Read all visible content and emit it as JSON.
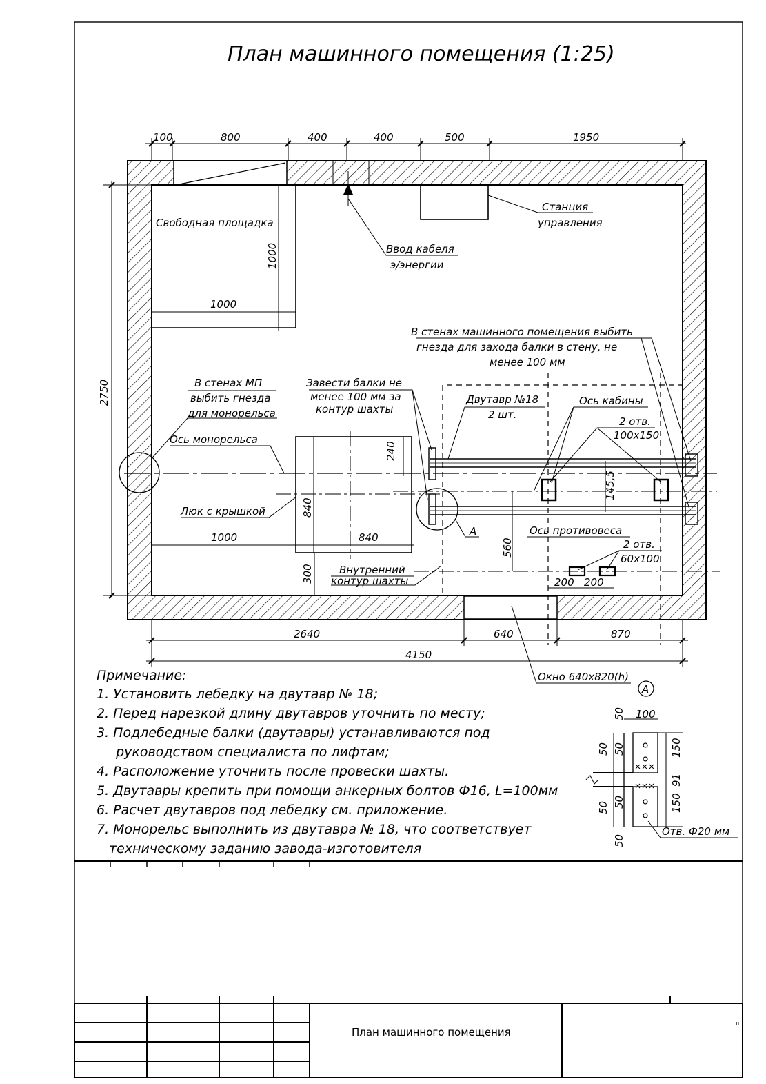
{
  "drawing": {
    "title": "План  машинного помещения  (1:25)",
    "dims_top": [
      "100",
      "800",
      "400",
      "400",
      "500",
      "1950"
    ],
    "dims_bottom": [
      "2640",
      "640",
      "870"
    ],
    "dim_total": "4150",
    "dim_height": "2750",
    "dims_free_area": {
      "w": "1000",
      "h": "1000"
    },
    "dims_hatch": {
      "w": "840",
      "h": "840",
      "offset": "1000",
      "top": "240",
      "bottom": "300"
    },
    "dims_beams": {
      "spacing": "145,5",
      "axis": "560",
      "hole_a": "200",
      "hole_b": "200"
    },
    "labels": {
      "free_area": "Свободная площадка",
      "cable_1": "Ввод кабеля",
      "cable_2": "э/энергии",
      "station_1": "Станция",
      "station_2": "управления",
      "wall_note_1": "В стенах машинного помещения выбить",
      "wall_note_2": "гнезда для захода балки в стену, не",
      "wall_note_3": "менее 100 мм",
      "mp_note_1": "В стенах МП",
      "mp_note_2": "выбить гнезда",
      "mp_note_3": "для монорельса",
      "beams_note_1": "Завести балки не",
      "beams_note_2": "менее 100 мм за",
      "beams_note_3": "контур шахты",
      "ibeam_1": "Двутавр №18",
      "ibeam_2": "2 шт.",
      "cabin_axis": "Ось кабины",
      "holes1_1": "2 отв.",
      "holes1_2": "100х150",
      "monorail_axis": "Ось монорельса",
      "hatch": "Люк с крышкой",
      "callout_a": "А",
      "cw_axis": "Ось противовеса",
      "holes2_1": "2 отв.",
      "holes2_2": "60х100",
      "inner_1": "Внутренний",
      "inner_2": "контур шахты",
      "window": "Окно 640х820(h)"
    },
    "notes_heading": "Примечание:",
    "notes": [
      "1. Установить лебедку на двутавр № 18;",
      "2. Перед нарезкой длину двутавров уточнить по месту;",
      "3. Подлебедные балки (двутавры) устанавливаются под",
      "   руководством специалиста по лифтам;",
      "4. Расположение уточнить после провески шахты.",
      "5. Двутавры крепить при помощи  анкерных болтов Ф16, L=100мм",
      "6. Расчет двутавров под лебедку см. приложение.",
      "7. Монорельс выполнить из двутавра № 18, что соответствует",
      "   техническому заданию завода-изготовителя"
    ],
    "detail": {
      "mark": "А",
      "d50a": "50",
      "d100": "100",
      "d50b": "50",
      "d50c": "50",
      "d150a": "150",
      "d91": "91",
      "d50d": "50",
      "d50e": "50",
      "d150b": "150",
      "d50f": "50",
      "hole": "Отв. Ф20 мм"
    },
    "stamp": {
      "name": "План машинного помещения",
      "mark": "\""
    }
  }
}
